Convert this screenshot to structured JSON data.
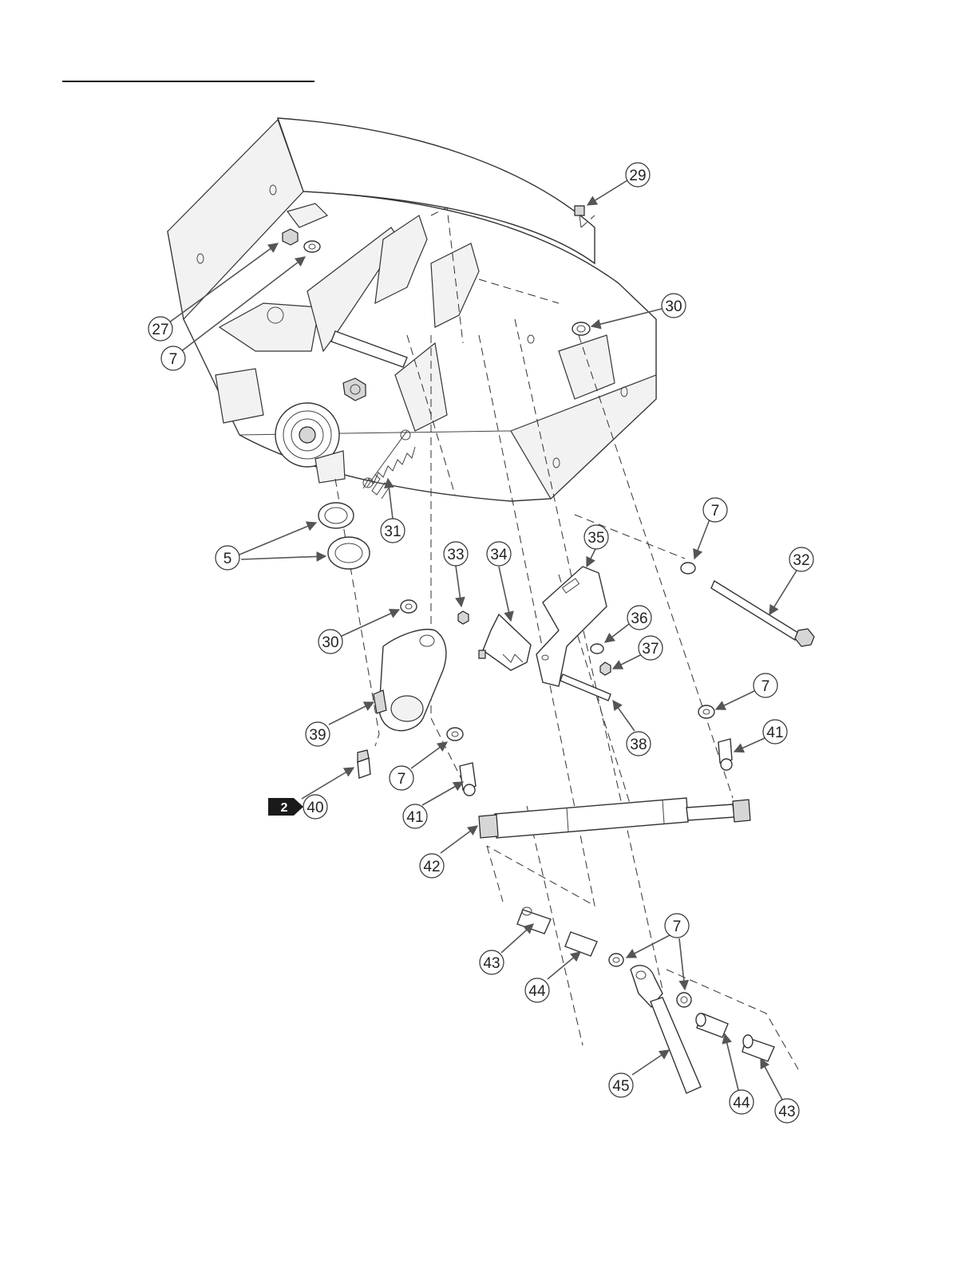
{
  "diagram": {
    "callouts": [
      {
        "id": "c-29",
        "label": "29"
      },
      {
        "id": "c-30a",
        "label": "30"
      },
      {
        "id": "c-27",
        "label": "27"
      },
      {
        "id": "c-7a",
        "label": "7"
      },
      {
        "id": "c-31",
        "label": "31"
      },
      {
        "id": "c-5",
        "label": "5"
      },
      {
        "id": "c-7b",
        "label": "7"
      },
      {
        "id": "c-32",
        "label": "32"
      },
      {
        "id": "c-33",
        "label": "33"
      },
      {
        "id": "c-34",
        "label": "34"
      },
      {
        "id": "c-35",
        "label": "35"
      },
      {
        "id": "c-36",
        "label": "36"
      },
      {
        "id": "c-37",
        "label": "37"
      },
      {
        "id": "c-30b",
        "label": "30"
      },
      {
        "id": "c-39",
        "label": "39"
      },
      {
        "id": "c-38",
        "label": "38"
      },
      {
        "id": "c-7c",
        "label": "7"
      },
      {
        "id": "c-41a",
        "label": "41"
      },
      {
        "id": "c-7d",
        "label": "7"
      },
      {
        "id": "c-40",
        "label": "40"
      },
      {
        "id": "c-41b",
        "label": "41"
      },
      {
        "id": "c-42",
        "label": "42"
      },
      {
        "id": "c-7e",
        "label": "7"
      },
      {
        "id": "c-43a",
        "label": "43"
      },
      {
        "id": "c-44a",
        "label": "44"
      },
      {
        "id": "c-45",
        "label": "45"
      },
      {
        "id": "c-44b",
        "label": "44"
      },
      {
        "id": "c-43b",
        "label": "43"
      }
    ],
    "section_badge": "2"
  }
}
